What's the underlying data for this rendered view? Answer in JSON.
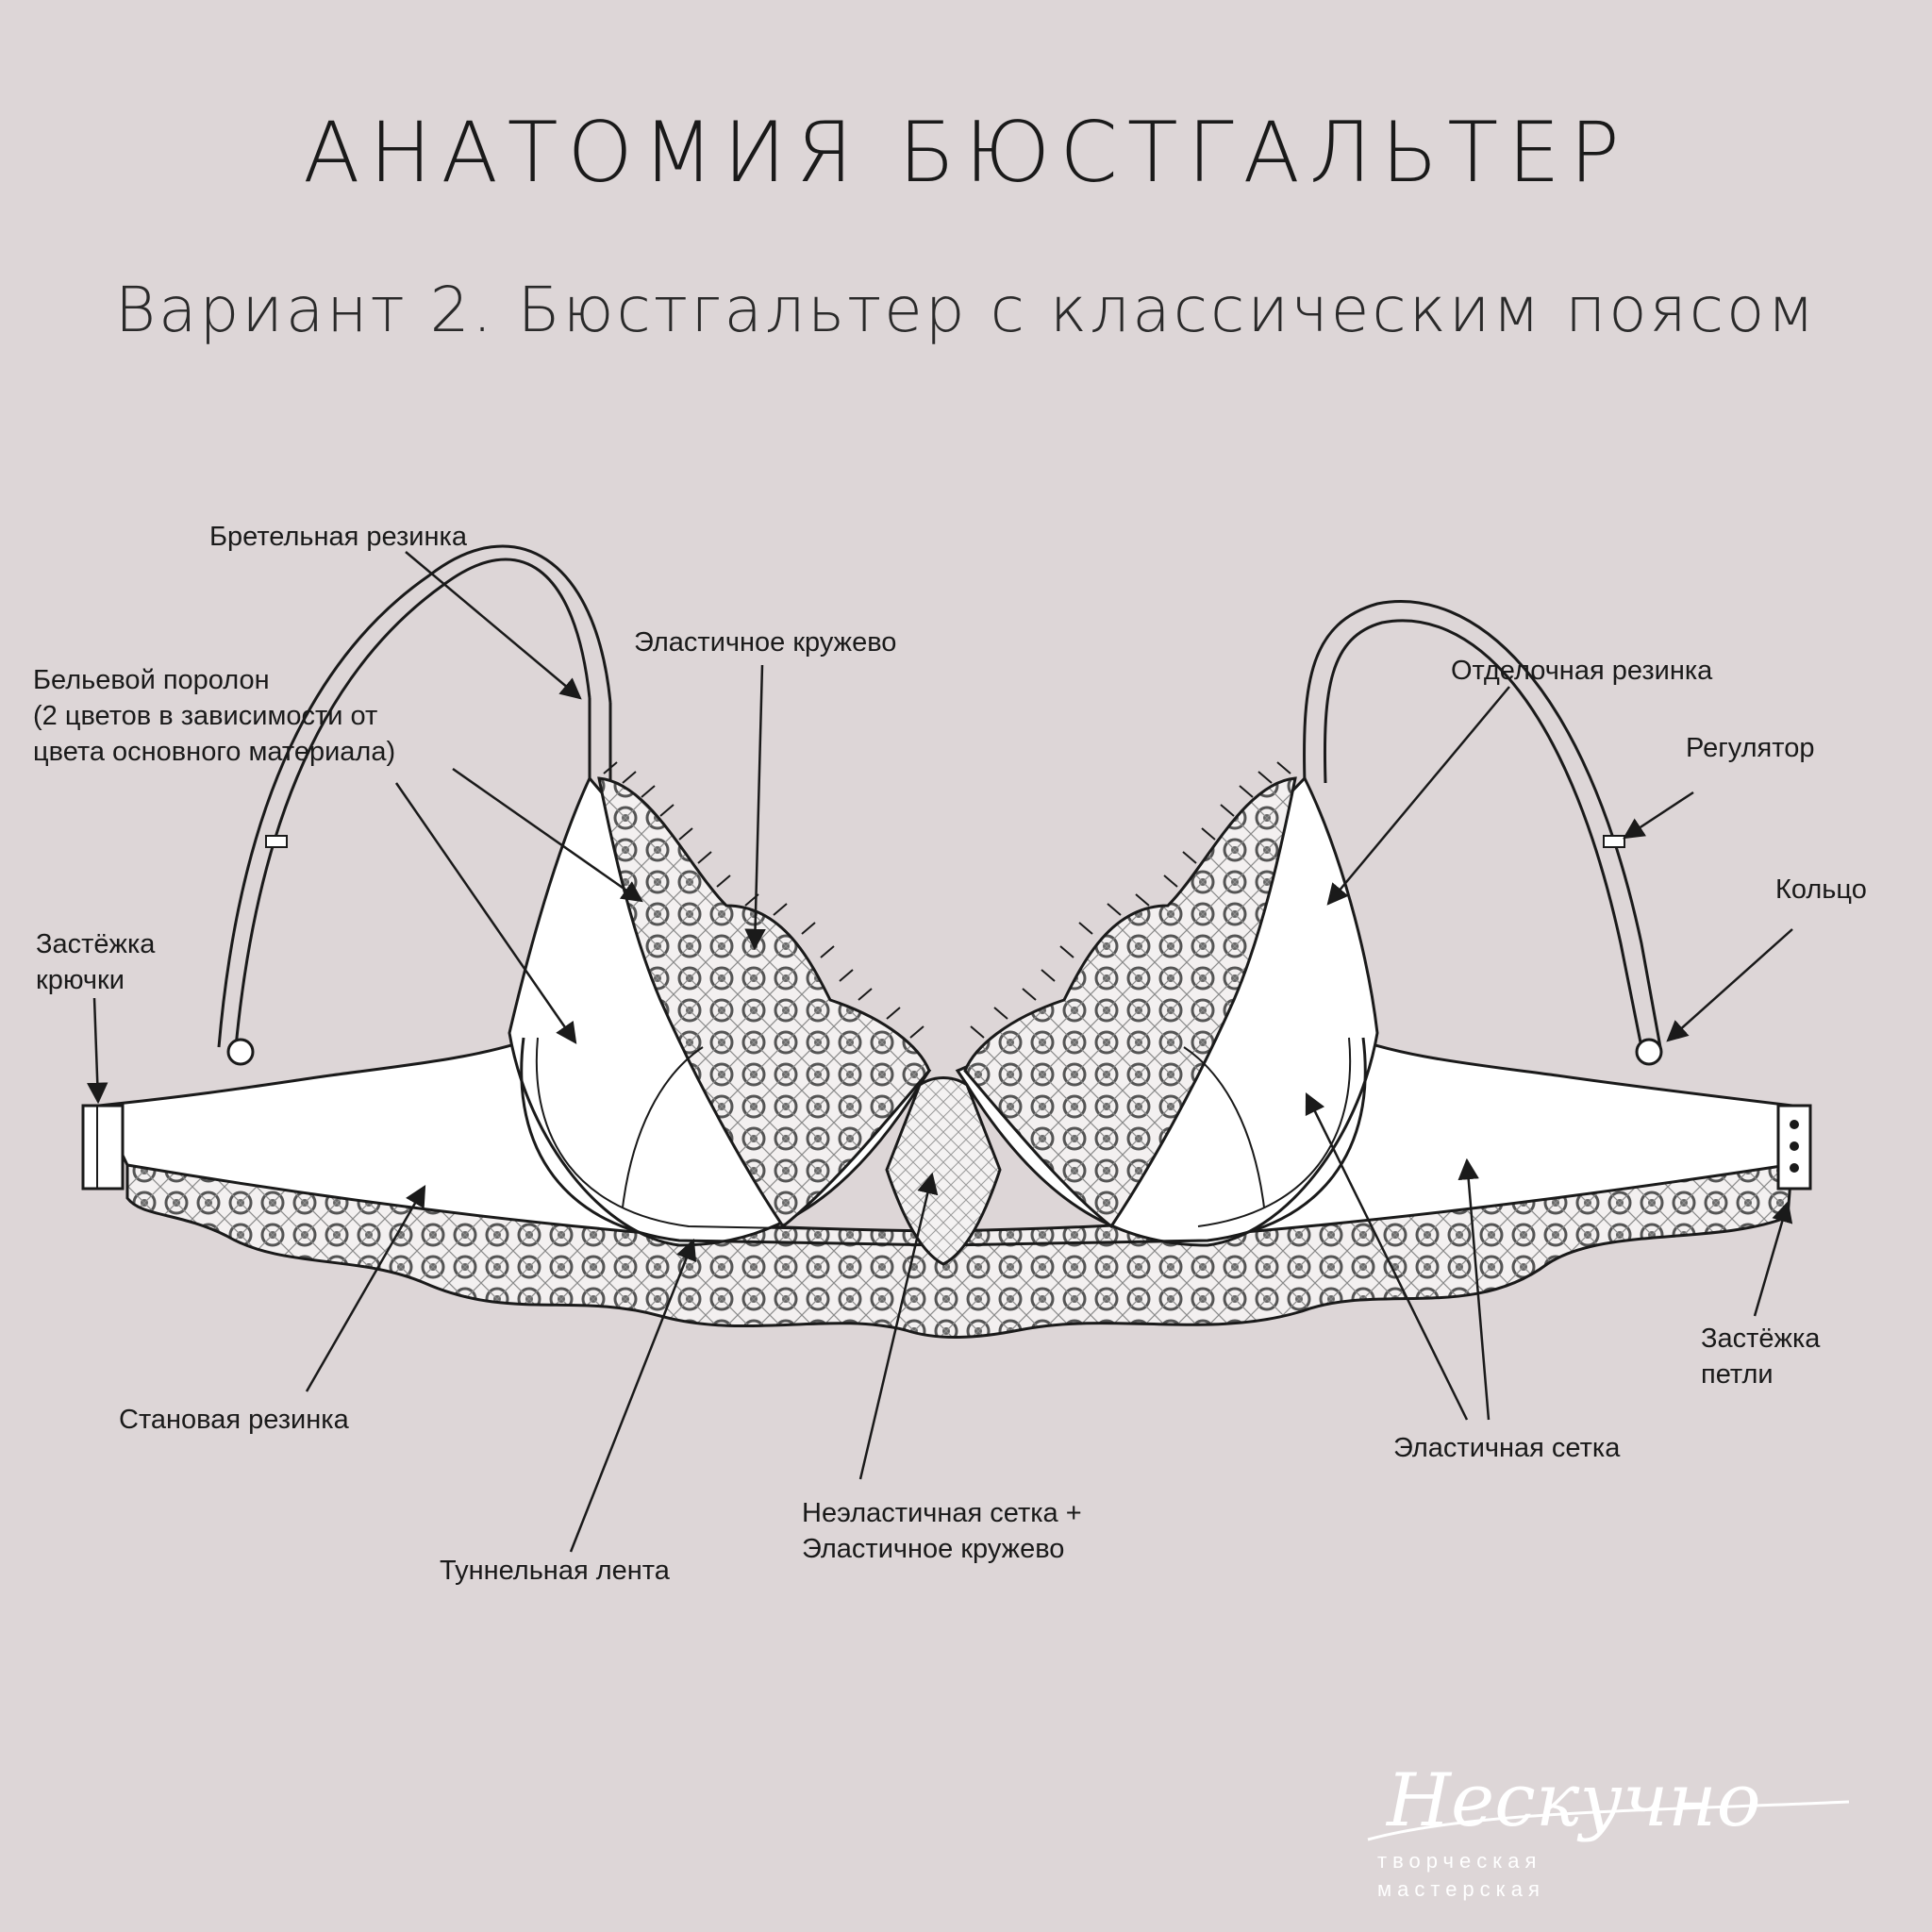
{
  "title": "АНАТОМИЯ БЮСТГАЛЬТЕР",
  "subtitle": "Вариант 2. Бюстгальтер с классическим поясом",
  "labels": {
    "bretelnaya": "Бретельная резинка",
    "porolon": "Бельевой поролон\n(2 цветов в зависимости от\nцвета основного материала)",
    "kruzhevo": "Эластичное кружево",
    "otdelochnaya": "Отделочная резинка",
    "regulyator": "Регулятор",
    "koltso": "Кольцо",
    "kryuchki": "Застёжка\nкрючки",
    "stanovaya": "Становая резинка",
    "tunnelnaya": "Туннельная лента",
    "neelastichnaya": "Неэластичная сетка +\nЭластичное кружево",
    "setka": "Эластичная сетка",
    "petli": "Застёжка\nпетли"
  },
  "logo": {
    "script": "Нескучно",
    "line1": "творческая",
    "line2": "мастерская"
  },
  "colors": {
    "background": "#ddd6d7",
    "line": "#1a1a1a",
    "fabric": "#ffffff",
    "lace": "#6a6a6a"
  }
}
